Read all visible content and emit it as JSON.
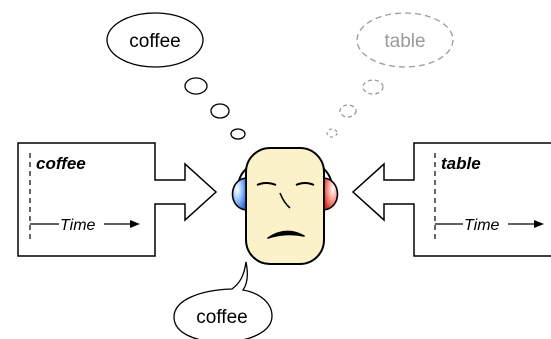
{
  "thought_left": {
    "text": "coffee"
  },
  "thought_right": {
    "text": "table"
  },
  "speech": {
    "text": "coffee"
  },
  "left_panel": {
    "word": "coffee",
    "time_label": "Time"
  },
  "right_panel": {
    "word": "table",
    "time_label": "Time"
  },
  "colors": {
    "ear_left": "#3f7fe0",
    "ear_right": "#e0463c",
    "face": "#fbf2c9",
    "dim_bubble": "#9a9a9a"
  }
}
